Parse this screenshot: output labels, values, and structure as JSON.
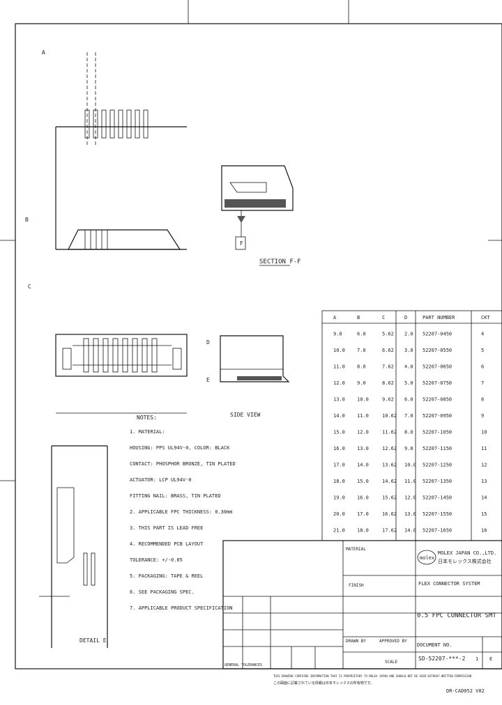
{
  "view_labels": {
    "section_f": "SECTION F-F",
    "detail_e": "DETAIL E",
    "side_view": "SIDE VIEW"
  },
  "spec_table": {
    "headers": [
      "A",
      "B",
      "C",
      "D",
      "PART NUMBER",
      "CKT"
    ],
    "rows": [
      [
        "9.0",
        "6.0",
        "5.62",
        "2.0",
        "52207-0450",
        "4"
      ],
      [
        "10.0",
        "7.0",
        "6.62",
        "3.0",
        "52207-0550",
        "5"
      ],
      [
        "11.0",
        "8.0",
        "7.62",
        "4.0",
        "52207-0650",
        "6"
      ],
      [
        "12.0",
        "9.0",
        "8.62",
        "5.0",
        "52207-0750",
        "7"
      ],
      [
        "13.0",
        "10.0",
        "9.62",
        "6.0",
        "52207-0850",
        "8"
      ],
      [
        "14.0",
        "11.0",
        "10.62",
        "7.0",
        "52207-0950",
        "9"
      ],
      [
        "15.0",
        "12.0",
        "11.62",
        "8.0",
        "52207-1050",
        "10"
      ],
      [
        "16.0",
        "13.0",
        "12.62",
        "9.0",
        "52207-1150",
        "11"
      ],
      [
        "17.0",
        "14.0",
        "13.62",
        "10.0",
        "52207-1250",
        "12"
      ],
      [
        "18.0",
        "15.0",
        "14.62",
        "11.0",
        "52207-1350",
        "13"
      ],
      [
        "19.0",
        "16.0",
        "15.62",
        "12.0",
        "52207-1450",
        "14"
      ],
      [
        "20.0",
        "17.0",
        "16.62",
        "13.0",
        "52207-1550",
        "15"
      ],
      [
        "21.0",
        "18.0",
        "17.62",
        "14.0",
        "52207-1650",
        "16"
      ]
    ]
  },
  "notes": {
    "title": "NOTES:",
    "lines": [
      "1. MATERIAL:",
      "   HOUSING: PPS UL94V-0, COLOR: BLACK",
      "   CONTACT: PHOSPHOR BRONZE, TIN PLATED",
      "   ACTUATOR: LCP UL94V-0",
      "   FITTING NAIL: BRASS, TIN PLATED",
      "2. APPLICABLE FPC THICKNESS: 0.30mm",
      "3. THIS PART IS LEAD FREE",
      "4. RECOMMENDED PCB LAYOUT",
      "   TOLERANCE: +/-0.05",
      "5. PACKAGING: TAPE & REEL",
      "6. SEE PACKAGING SPEC.",
      "7. APPLICABLE PRODUCT SPECIFICATION"
    ]
  },
  "title_block": {
    "company": "MOLEX JAPAN CO.,LTD.",
    "company_jp": "日本モレックス株式会社",
    "logo": "molex",
    "series": "FLEX CONNECTOR SYSTEM",
    "title": "0.5 FPC CONNECTOR SMT",
    "doc_no_label": "DOCUMENT NO.",
    "doc_no": "SD-52207-***-2",
    "sheet": "1",
    "rev": "E",
    "material_label": "MATERIAL",
    "finish_label": "FINISH",
    "drawn_label": "DRAWN BY",
    "approved_label": "APPROVED BY",
    "scale_label": "SCALE",
    "general_tolerance": "GENERAL TOLERANCES",
    "disclaimer_1": "THIS DRAWING CONTAINS INFORMATION THAT IS PROPRIETARY TO MOLEX JAPAN AND SHOULD NOT BE USED WITHOUT WRITTEN PERMISSION",
    "disclaimer_2": "この図面に記載されている情報は日本モレックスの所有物です。",
    "footer": "DR-CAD052 V02"
  },
  "callouts": {
    "label_1": "A",
    "label_2": "B",
    "label_3": "C",
    "label_4": "D",
    "label_5": "E",
    "label_6": "F"
  }
}
